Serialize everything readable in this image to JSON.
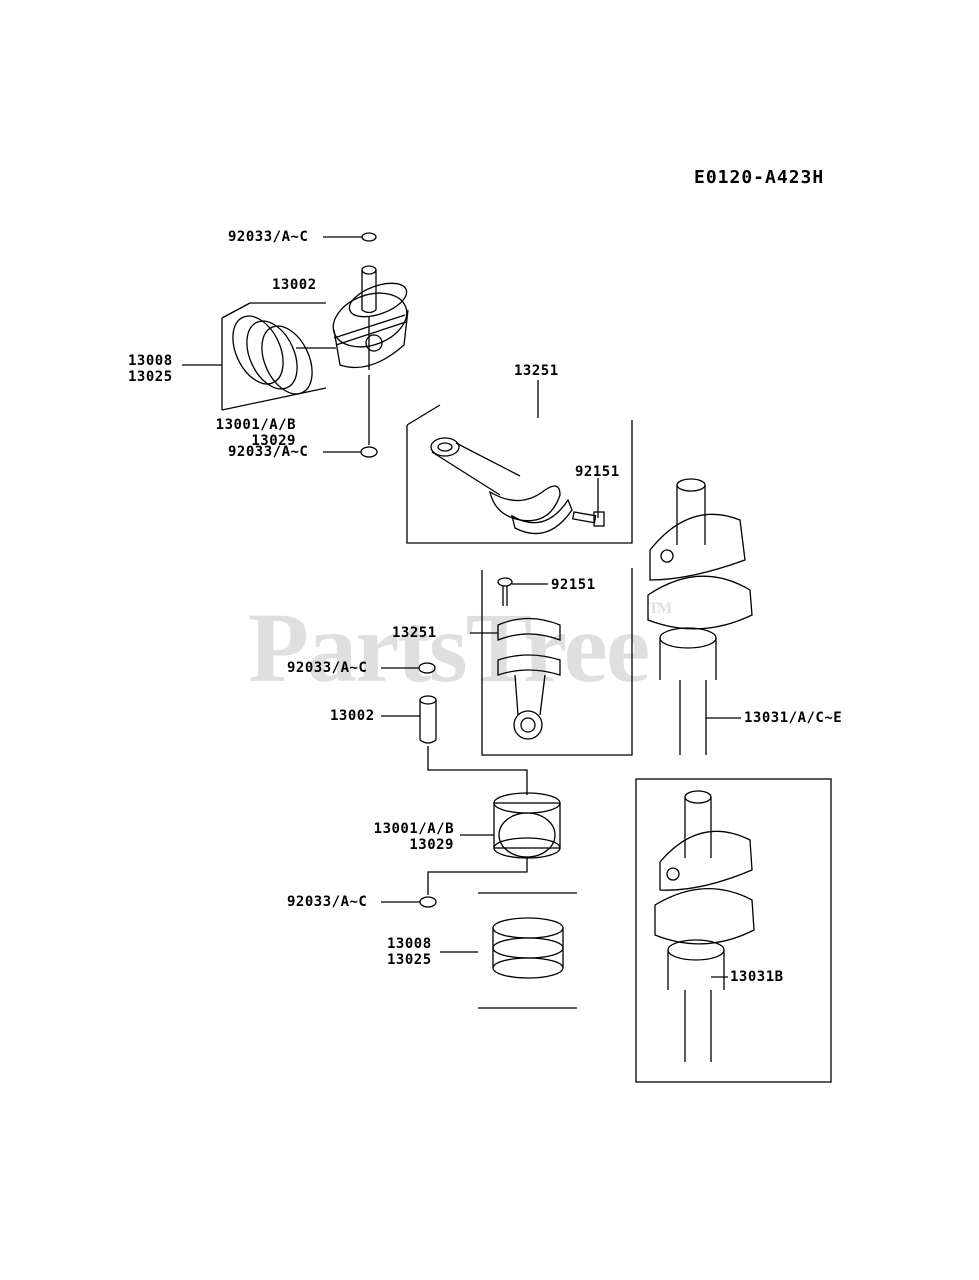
{
  "diagram": {
    "code": "E0120-A423H",
    "watermark": "PartsTree",
    "watermark_tm": "TM",
    "labels": {
      "l92033_top": "92033/A~C",
      "l13002_top": "13002",
      "l13008_top": "13008",
      "l13025_top": "13025",
      "l13001_top": "13001/A/B",
      "l13029_top": "13029",
      "l92033_top2": "92033/A~C",
      "l13251_top": "13251",
      "l92151_top": "92151",
      "l92151_mid": "92151",
      "l13251_mid": "13251",
      "l92033_mid": "92033/A~C",
      "l13002_mid": "13002",
      "l13031": "13031/A/C~E",
      "l13001_bot": "13001/A/B",
      "l13029_bot": "13029",
      "l92033_bot": "92033/A~C",
      "l13008_bot": "13008",
      "l13025_bot": "13025",
      "l13031b": "13031B"
    }
  }
}
